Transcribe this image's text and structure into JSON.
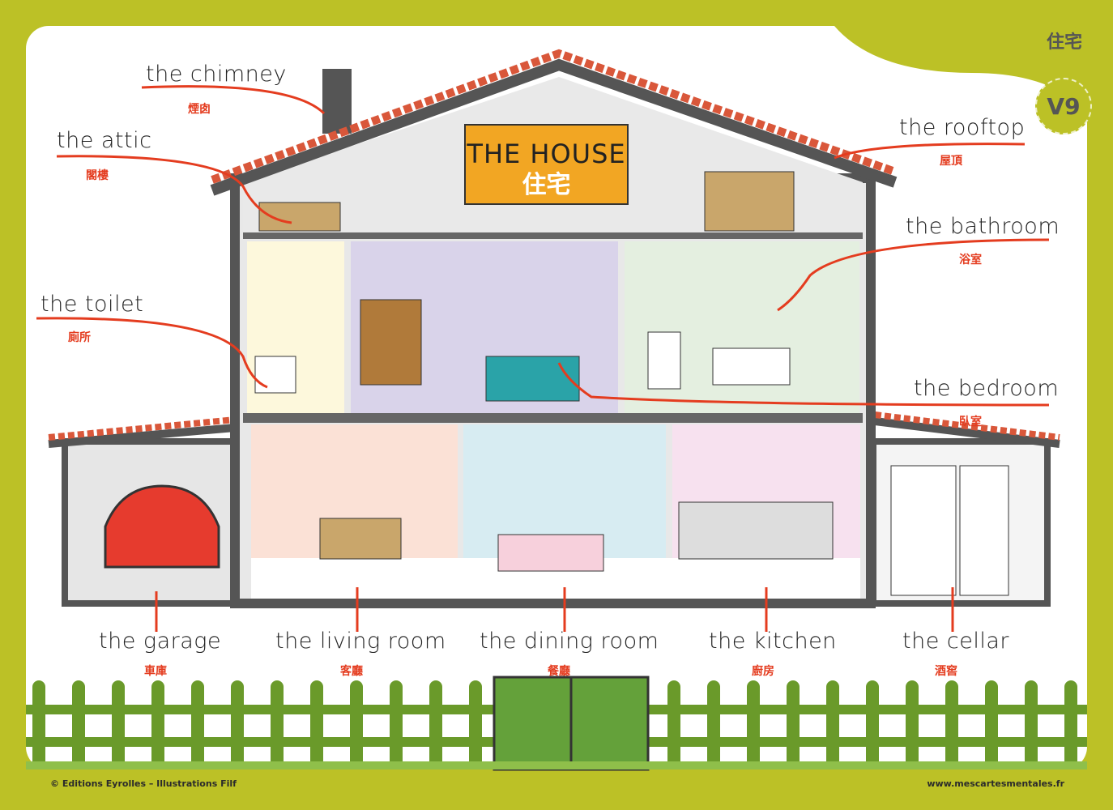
{
  "header": {
    "corner_title": "住宅",
    "badge": "V9"
  },
  "sign": {
    "title": "THE HOUSE",
    "subtitle": "住宅"
  },
  "labels": [
    {
      "en": "the chimney",
      "zh": "煙囱"
    },
    {
      "en": "the attic",
      "zh": "閣樓"
    },
    {
      "en": "the toilet",
      "zh": "廁所"
    },
    {
      "en": "the rooftop",
      "zh": "屋頂"
    },
    {
      "en": "the bathroom",
      "zh": "浴室"
    },
    {
      "en": "the bedroom",
      "zh": "臥室"
    },
    {
      "en": "the garage",
      "zh": "車庫"
    },
    {
      "en": "the living room",
      "zh": "客廳"
    },
    {
      "en": "the dining room",
      "zh": "餐廳"
    },
    {
      "en": "the kitchen",
      "zh": "廚房"
    },
    {
      "en": "the cellar",
      "zh": "酒窖"
    }
  ],
  "footer": {
    "credit": "© Editions Eyrolles – Illustrations Filf",
    "website": "www.mescartesmentales.fr"
  },
  "colors": {
    "frame": "#bcc126",
    "arrow": "#e43c1f",
    "fence": "#6a9a2a",
    "roof": "#d9573a"
  }
}
